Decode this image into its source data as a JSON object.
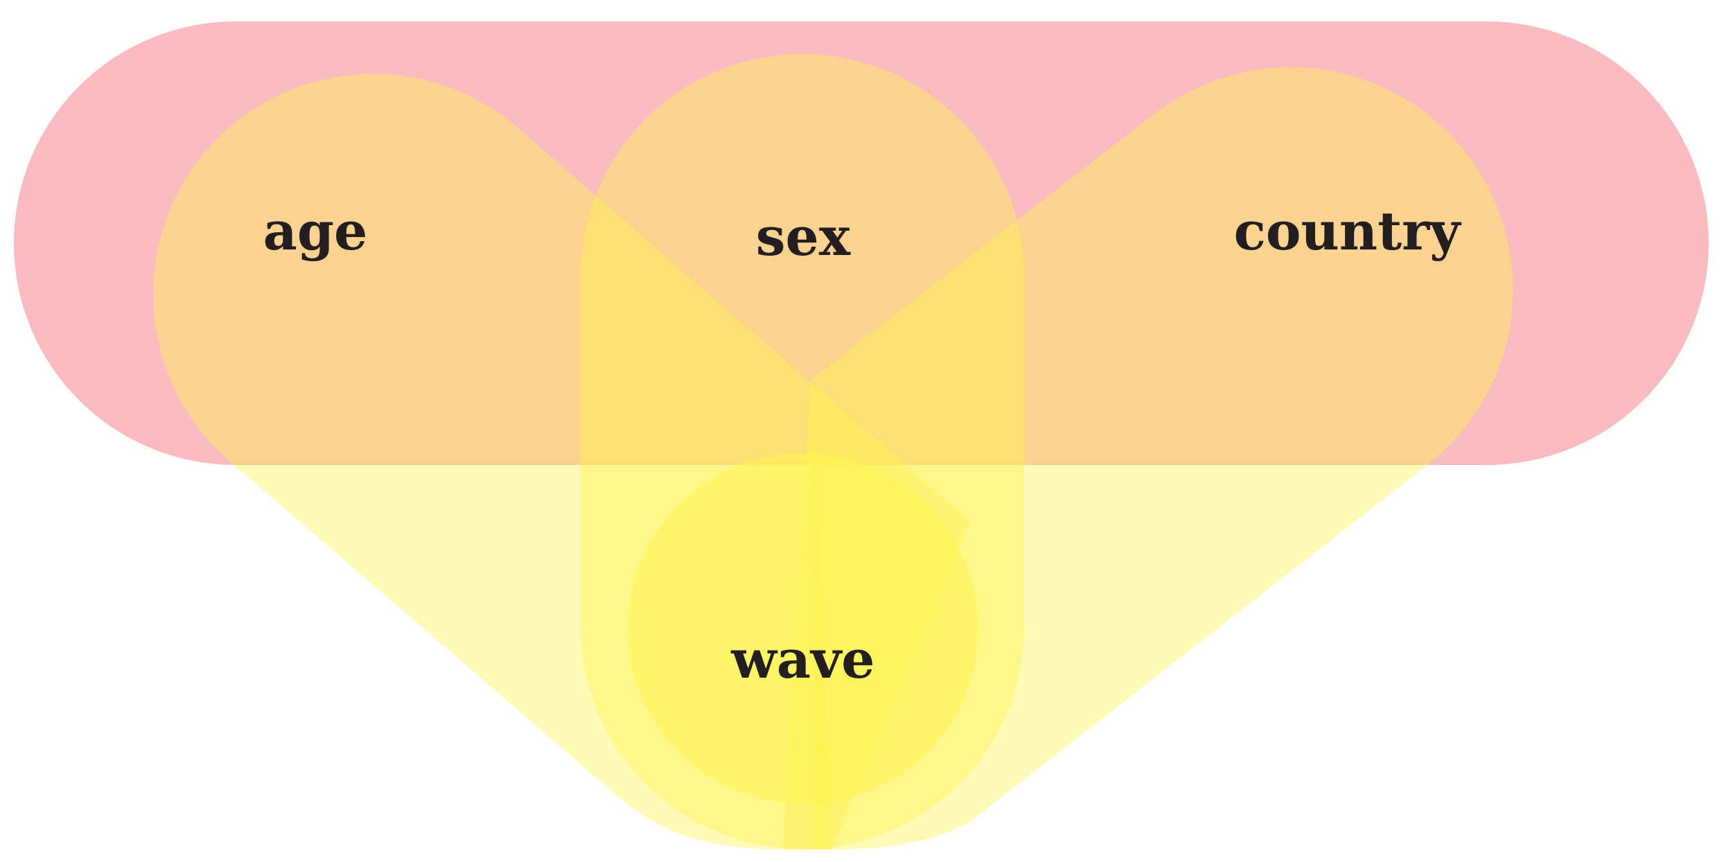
{
  "diagram": {
    "type": "venn",
    "sets": [
      {
        "id": "age",
        "label": "age",
        "color": "#fff44f"
      },
      {
        "id": "sex",
        "label": "sex",
        "color": "#fff44f"
      },
      {
        "id": "country",
        "label": "country",
        "color": "#fff44f"
      },
      {
        "id": "wave",
        "label": "wave",
        "color": "#f47b87"
      }
    ],
    "colors": {
      "background": "#ffffff",
      "band": "#f47b87",
      "blob": "#fff44f",
      "text": "#231f20"
    }
  }
}
